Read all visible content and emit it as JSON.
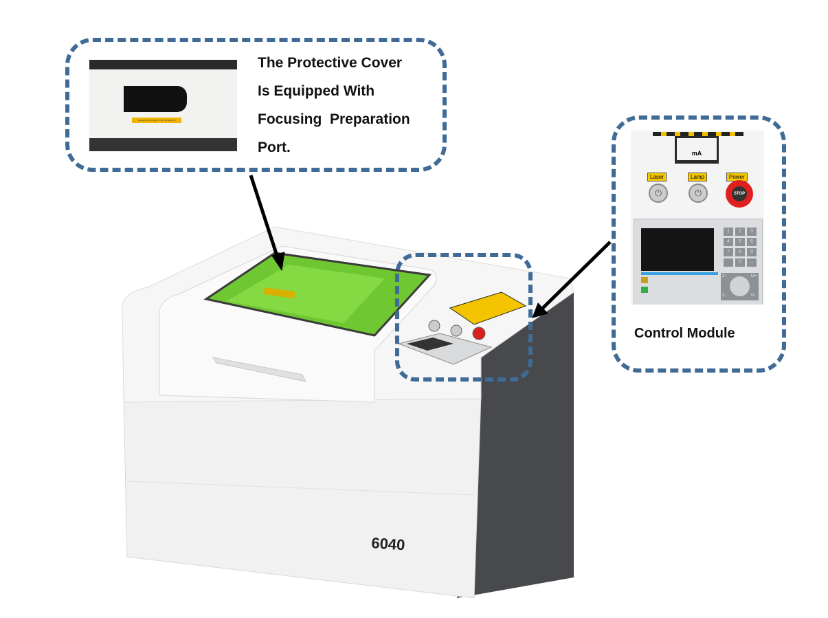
{
  "callout_cover": {
    "lines": [
      "The Protective Cover",
      "Is Equipped With",
      "Focusing  Preparation",
      "Port."
    ],
    "inset_label": "Someone Must Watch Over The Machine"
  },
  "callout_control": {
    "title": "Control Module",
    "buttons": [
      "Laser",
      "Lamp",
      "Power"
    ],
    "stop_label": "STOP",
    "meter_unit": "mA",
    "keypad": [
      "1",
      "2",
      "3",
      "4",
      "5",
      "6",
      "7",
      "8",
      "9",
      ".",
      "0",
      "←"
    ],
    "nav_keys": [
      "Z↑",
      "Z↓",
      "U+",
      "U-"
    ]
  },
  "machine": {
    "model": "6040"
  },
  "colors": {
    "callout_border": "#3f6b96",
    "laser_bed": "#7ed23a",
    "side_panel": "#4a4c4f"
  }
}
